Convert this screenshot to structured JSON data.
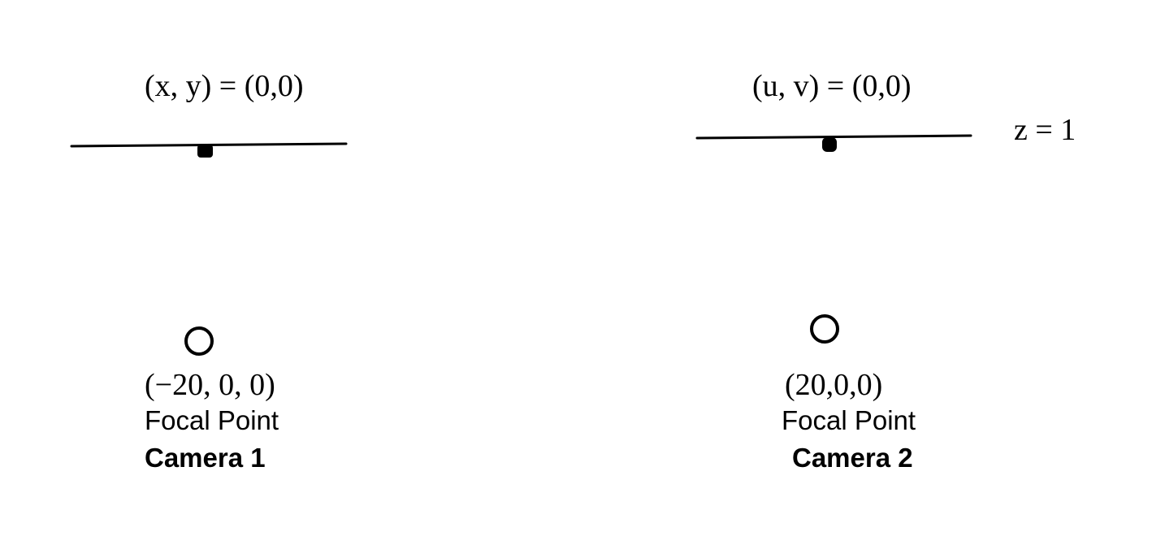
{
  "camera1": {
    "image_point_label": "(x, y) = (0,0)",
    "focal_coords": "(−20, 0, 0)",
    "focal_label": "Focal Point",
    "camera_label": "Camera 1"
  },
  "camera2": {
    "image_point_label": "(u, v) = (0,0)",
    "focal_coords": "(20,0,0)",
    "focal_label": "Focal Point",
    "camera_label": "Camera 2"
  },
  "image_plane_label": "z = 1"
}
